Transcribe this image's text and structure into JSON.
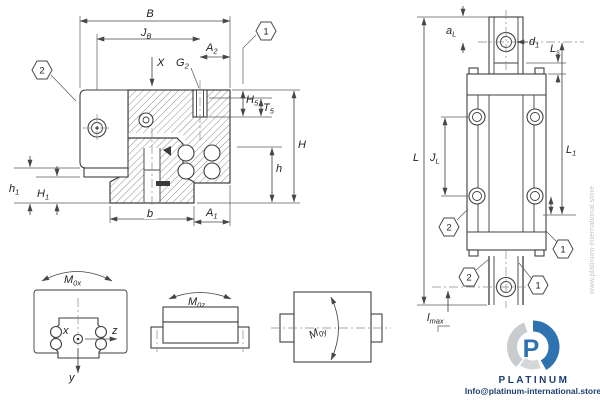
{
  "balloons": {
    "one": "1",
    "two": "2"
  },
  "dims": {
    "B": "B",
    "X": "X",
    "H": "H",
    "h": "h",
    "b": "b",
    "L": "L",
    "JB": {
      "m": "J",
      "s": "B"
    },
    "A2": {
      "m": "A",
      "s": "2"
    },
    "G2": {
      "m": "G",
      "s": "2"
    },
    "H5": {
      "m": "H",
      "s": "5"
    },
    "T5": {
      "m": "T",
      "s": "5"
    },
    "h1": {
      "m": "h",
      "s": "1"
    },
    "H1": {
      "m": "H",
      "s": "1"
    },
    "A1": {
      "m": "A",
      "s": "1"
    },
    "aL": {
      "m": "a",
      "s": "L"
    },
    "d1": {
      "m": "d",
      "s": "1"
    },
    "Ls": {
      "m": "L",
      "s": "s"
    },
    "JL": {
      "m": "J",
      "s": "L"
    },
    "L1": {
      "m": "L",
      "s": "1"
    },
    "lmax": {
      "m": "l",
      "s": "max"
    },
    "M0x": {
      "m": "M",
      "s": "0x"
    },
    "M0z": {
      "m": "M",
      "s": "0z"
    },
    "M0y": {
      "m": "M",
      "s": "0y"
    }
  },
  "axes": {
    "x": "x",
    "y": "y",
    "z": "z"
  },
  "brand": {
    "logo_letter": "P",
    "name": "PLATINUM",
    "email": "Info@platinum-international.store",
    "website": "www.platinum-international.store"
  },
  "colors": {
    "line": "#3f3f3f",
    "dimension": "#474747",
    "accent_blue": "#2f72b0",
    "navy": "#1c3f6e",
    "gray_leaf": "#c9ccce"
  }
}
